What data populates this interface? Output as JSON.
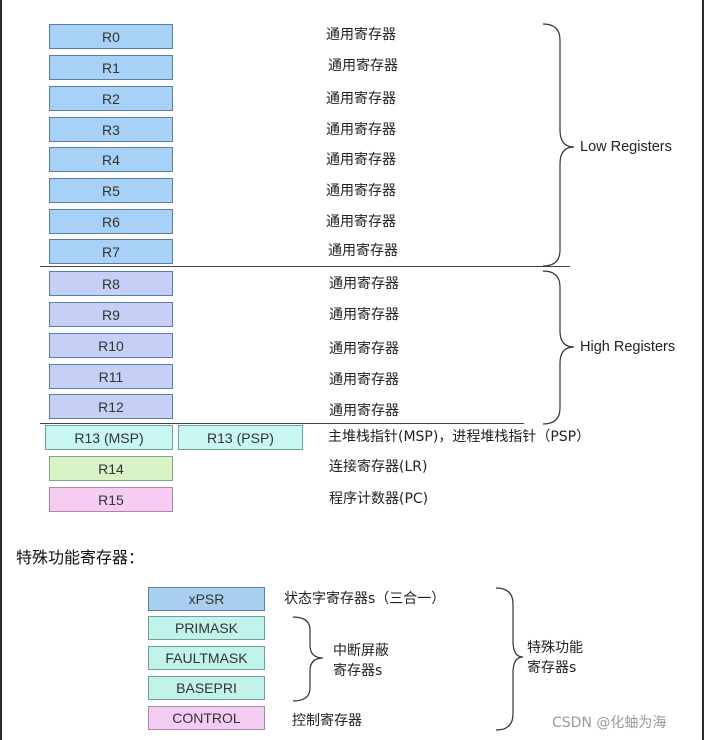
{
  "registers": {
    "r0": "R0",
    "r1": "R1",
    "r2": "R2",
    "r3": "R3",
    "r4": "R4",
    "r5": "R5",
    "r6": "R6",
    "r7": "R7",
    "r8": "R8",
    "r9": "R9",
    "r10": "R10",
    "r11": "R11",
    "r12": "R12",
    "r13_msp": "R13 (MSP)",
    "r13_psp": "R13 (PSP)",
    "r14": "R14",
    "r15": "R15"
  },
  "descriptions": {
    "general": "通用寄存器",
    "r13": "主堆栈指针(MSP)，进程堆栈指针（PSP）",
    "r14": "连接寄存器(LR)",
    "r15": "程序计数器(PC)"
  },
  "groups": {
    "low": "Low Registers",
    "high": "High Registers"
  },
  "special": {
    "title": "特殊功能寄存器：",
    "xpsr": "xPSR",
    "primask": "PRIMASK",
    "faultmask": "FAULTMASK",
    "basepri": "BASEPRI",
    "control": "CONTROL",
    "xpsr_desc": "状态字寄存器s（三合一）",
    "mask_desc_line1": "中断屏蔽",
    "mask_desc_line2": "寄存器s",
    "control_desc": "控制寄存器",
    "group_line1": "特殊功能",
    "group_line2": "寄存器s"
  },
  "watermark": "CSDN @化蚰为海"
}
